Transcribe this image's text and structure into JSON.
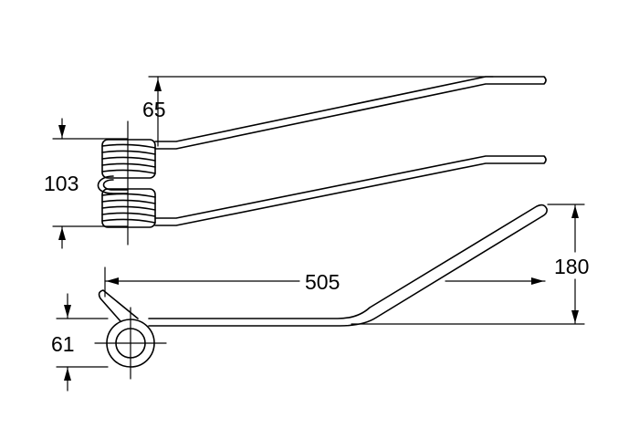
{
  "diagram": {
    "dimensions": [
      {
        "id": "dim-65",
        "value": "65"
      },
      {
        "id": "dim-103",
        "value": "103"
      },
      {
        "id": "dim-505",
        "value": "505"
      },
      {
        "id": "dim-180",
        "value": "180"
      },
      {
        "id": "dim-61",
        "value": "61"
      }
    ]
  }
}
